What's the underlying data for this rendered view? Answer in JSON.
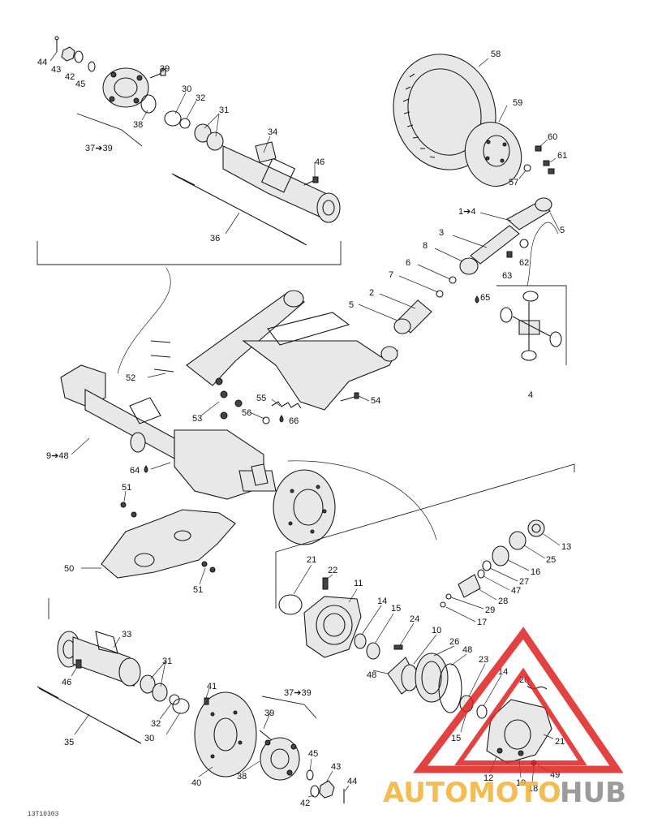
{
  "callouts": {
    "c44a": "44",
    "c43a": "43",
    "c42a": "42",
    "c45a": "45",
    "c39a": "39",
    "c30a": "30",
    "c32a": "32",
    "c31a": "31",
    "c38a": "38",
    "c37a": "37➔39",
    "c34": "34",
    "c46a": "46",
    "c36": "36",
    "c58": "58",
    "c59": "59",
    "c60": "60",
    "c61": "61",
    "c57": "57",
    "c14to": "1➔4",
    "c5a": "5",
    "c3": "3",
    "c8": "8",
    "c62": "62",
    "c63": "63",
    "c6": "6",
    "c7": "7",
    "c65": "65",
    "c2": "2",
    "c5b": "5",
    "c4": "4",
    "c52": "52",
    "c53": "53",
    "c55": "55",
    "c56": "56",
    "c66": "66",
    "c54": "54",
    "c9to48": "9➔48",
    "c64": "64",
    "c51a": "51",
    "c50": "50",
    "c51b": "51",
    "c13": "13",
    "c25": "25",
    "c16": "16",
    "c27": "27",
    "c47": "47",
    "c28": "28",
    "c29": "29",
    "c17": "17",
    "c21a": "21",
    "c22": "22",
    "c11": "11",
    "c14": "14",
    "c15a": "15",
    "c24": "24",
    "c10": "10",
    "c26": "26",
    "c48a": "48",
    "c48b": "48",
    "c23": "23",
    "c14b": "14",
    "c20": "20",
    "c15b": "15",
    "c21b": "21",
    "c12": "12",
    "c19": "19",
    "c18": "18",
    "c49": "49",
    "c33": "33",
    "c31b": "31",
    "c46b": "46",
    "c35": "35",
    "c32b": "32",
    "c30b": "30",
    "c41": "41",
    "c37b": "37➔39",
    "c39b": "39",
    "c38b": "38",
    "c45b": "45",
    "c43b": "43",
    "c42b": "42",
    "c44b": "44",
    "c40": "40"
  },
  "watermark": {
    "brand_left": "AUTOMOTO",
    "brand_right": "HUB",
    "color_left": "#f2b233",
    "color_right": "#8a8a8a",
    "triangle_color": "#e02020"
  },
  "figure_code": "13T10303"
}
